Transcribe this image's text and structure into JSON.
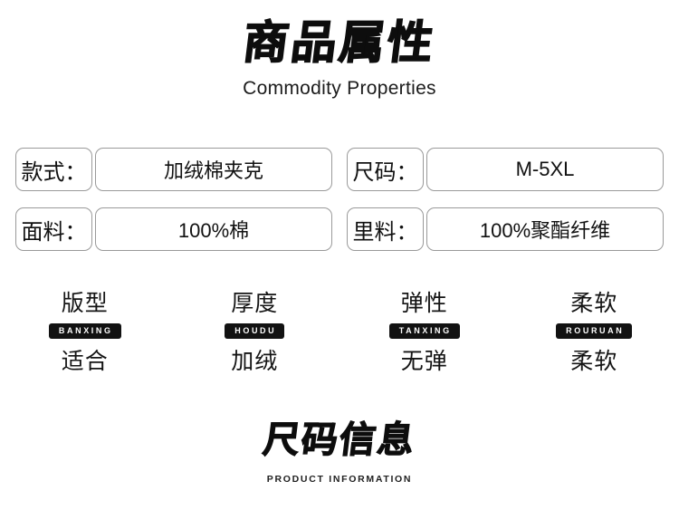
{
  "page": {
    "background_color": "#ffffff",
    "text_color": "#111111"
  },
  "header": {
    "title": "商品属性",
    "subtitle": "Commodity Properties"
  },
  "attributes": {
    "rows": [
      {
        "left": {
          "label": "款式：",
          "value": "加绒棉夹克"
        },
        "right": {
          "label": "尺码：",
          "value": "M-5XL"
        }
      },
      {
        "left": {
          "label": "面料：",
          "value": "100%棉"
        },
        "right": {
          "label": "里料：",
          "value": "100%聚酯纤维"
        }
      }
    ]
  },
  "properties": {
    "badge_bg_color": "#121212",
    "badge_text_color": "#ffffff",
    "items": [
      {
        "name": "版型",
        "pinyin": "BANXING",
        "value": "适合"
      },
      {
        "name": "厚度",
        "pinyin": "HOUDU",
        "value": "加绒"
      },
      {
        "name": "弹性",
        "pinyin": "TANXING",
        "value": "无弹"
      },
      {
        "name": "柔软",
        "pinyin": "ROURUAN",
        "value": "柔软"
      }
    ]
  },
  "footer": {
    "title": "尺码信息",
    "subtitle": "PRODUCT INFORMATION"
  }
}
